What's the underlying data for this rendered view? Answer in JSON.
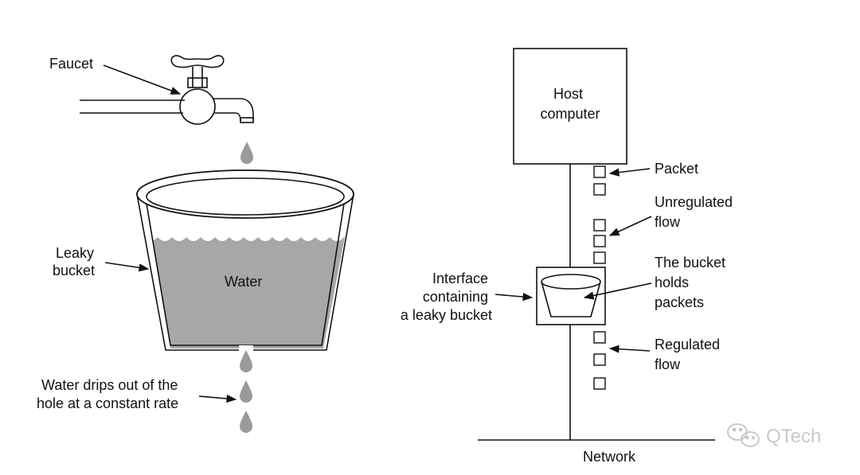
{
  "left": {
    "faucet_label": "Faucet",
    "bucket_label": [
      "Leaky",
      "bucket"
    ],
    "water_label": "Water",
    "drip_label": [
      "Water drips out of the",
      "hole at a constant rate"
    ],
    "water_color": "#a7a7a7",
    "drop_color": "#9a9a9a"
  },
  "right": {
    "host_label": [
      "Host",
      "computer"
    ],
    "packet_label": "Packet",
    "unregulated_label": [
      "Unregulated",
      "flow"
    ],
    "interface_label": [
      "Interface",
      "containing",
      "a leaky bucket"
    ],
    "holds_label": [
      "The bucket",
      "holds",
      "packets"
    ],
    "regulated_label": [
      "Regulated",
      "flow"
    ],
    "network_label": "Network"
  },
  "watermark": {
    "text": "QTech",
    "icon": "wechat-icon"
  }
}
